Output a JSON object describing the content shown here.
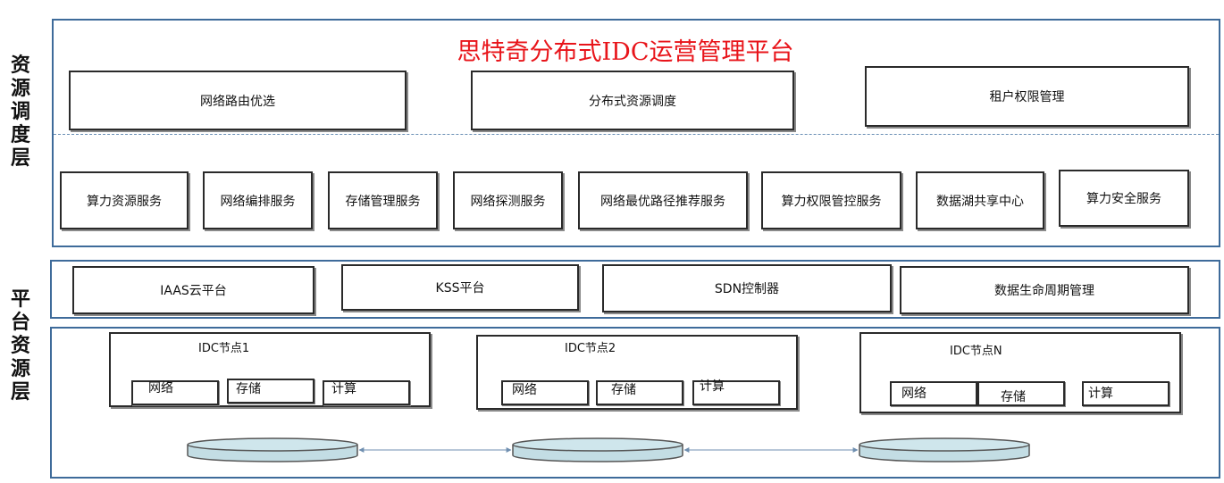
{
  "layers": {
    "resource_scheduling": "资源调度层",
    "platform_resource": "平台资源层"
  },
  "title": "思特奇分布式IDC运营管理平台",
  "top_row": [
    "网络路由优选",
    "分布式资源调度",
    "租户权限管理"
  ],
  "services": [
    "算力资源服务",
    "网络编排服务",
    "存储管理服务",
    "网络探测服务",
    "网络最优路径推荐服务",
    "算力权限管控服务",
    "数据湖共享中心",
    "算力安全服务"
  ],
  "platforms": [
    "IAAS云平台",
    "KSS平台",
    "SDN控制器",
    "数据生命周期管理"
  ],
  "nodes": [
    {
      "name": "IDC节点1",
      "net": "网络",
      "storage": "存储",
      "compute": "计算"
    },
    {
      "name": "IDC节点2",
      "net": "网络",
      "storage": "存储",
      "compute": "计算"
    },
    {
      "name": "IDC节点N",
      "net": "网络",
      "storage": "存储",
      "compute": "计算"
    }
  ]
}
